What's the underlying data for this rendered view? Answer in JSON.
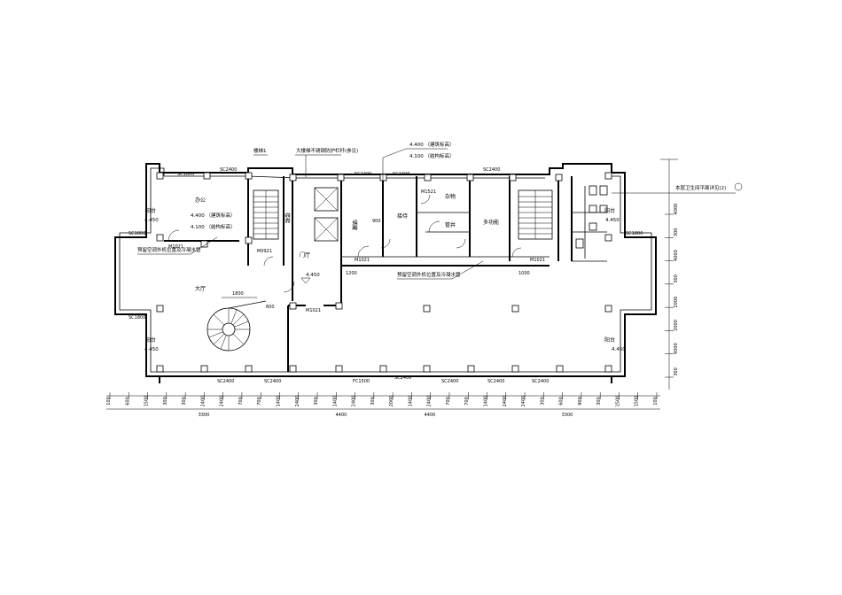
{
  "rooms": {
    "lobby": "大厅",
    "hall": "门厅",
    "office": "办公",
    "store": "储藏",
    "reception": "接待",
    "utility": "杂物",
    "shaft": "管井",
    "multi": "多功能",
    "stair": "楼梯",
    "balcony": "阳台"
  },
  "elevations": {
    "e1": "4.450",
    "e2": "4.450",
    "e3": "4.450",
    "e4": "4.450",
    "center": "4.450",
    "top": "4.400"
  },
  "labels": {
    "top_note": "大楼梯不锈钢防护栏杆(参见)",
    "stair_note": "楼梯1",
    "right_note": "本层卫生间平面详见(2)",
    "left_callout": "预留空调外机位置及冷凝水管",
    "mid_callout": "预留空调外机位置及冷凝水管",
    "top_tag_a": "4.400 （建筑标高）",
    "top_tag_b": "4.100 （结构标高）",
    "left_tag_a": "4.400 （建筑标高）",
    "left_tag_b": "4.100 （结构标高）"
  },
  "windows": {
    "top": [
      "SC2400",
      "SC2400",
      "SC2400",
      "SC2400",
      "SC1800"
    ],
    "bottom": [
      "SC2400",
      "SC2400",
      "FC1500",
      "SC2400",
      "SC2400",
      "SC2400",
      "SC2400"
    ],
    "left": [
      "SC1800",
      "SC1800"
    ],
    "right": [
      "SC1800"
    ],
    "doors": [
      "M1021",
      "M1021",
      "M1021",
      "M1021",
      "M0921",
      "M1521"
    ]
  },
  "dims": {
    "bottom_row": [
      "100",
      "600",
      "1500",
      "300",
      "300",
      "2400",
      "2400",
      "700",
      "700",
      "1400",
      "2400",
      "300",
      "1400",
      "2400",
      "300",
      "2000",
      "1400",
      "2400",
      "700",
      "700",
      "1400",
      "2400",
      "2400",
      "300",
      "600",
      "900",
      "300",
      "1500",
      "1500",
      "100"
    ],
    "bottom_totals": [
      "3300",
      "4400",
      "4400",
      "3300"
    ],
    "right_col": [
      "4000",
      "300",
      "4000",
      "300",
      "2000",
      "2000",
      "4000",
      "300"
    ],
    "inner": [
      "1800",
      "1200",
      "1000",
      "600",
      "900"
    ]
  }
}
